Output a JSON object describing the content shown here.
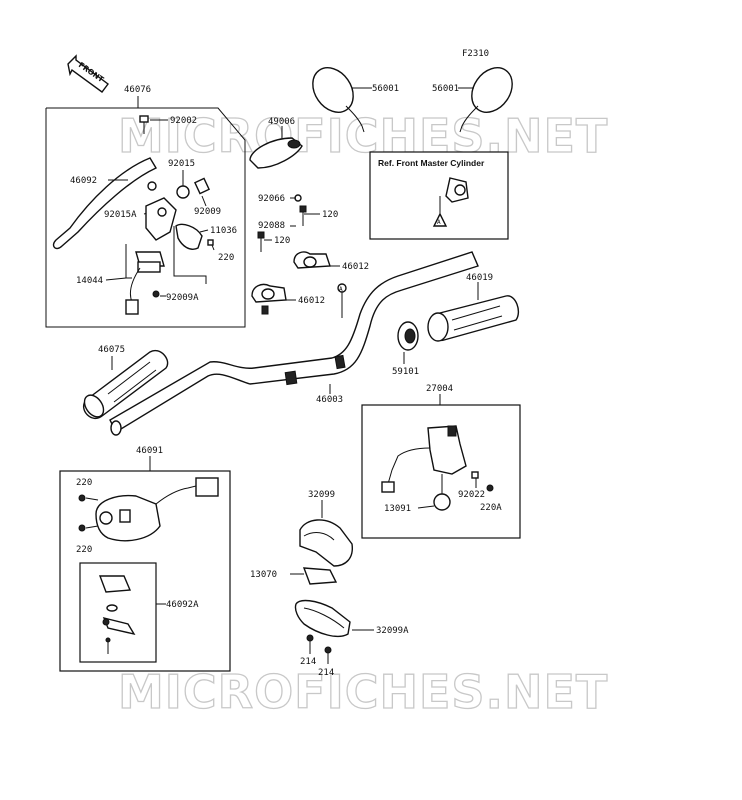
{
  "diagram": {
    "figure_id": "F2310",
    "front_arrow_label": "FRONT",
    "watermark": "MICROFICHES.NET",
    "ref_box_title": "Ref. Front Master Cylinder",
    "ref_box_marker": "A",
    "bar_marker": "A",
    "parts": {
      "p46076": "46076",
      "p92002": "92002",
      "p46092": "46092",
      "p92015": "92015",
      "p92009": "92009",
      "p92015A": "92015A",
      "p11036": "11036",
      "p220a": "220",
      "p14044": "14044",
      "p92009A": "92009A",
      "p49006": "49006",
      "p56001a": "56001",
      "p56001b": "56001",
      "p92066": "92066",
      "p120a": "120",
      "p92088": "92088",
      "p120b": "120",
      "p46012a": "46012",
      "p46012b": "46012",
      "p46019": "46019",
      "p46075": "46075",
      "p59101": "59101",
      "p46003": "46003",
      "p27004": "27004",
      "p92022": "92022",
      "p220A": "220A",
      "p13091": "13091",
      "p46091": "46091",
      "p220b": "220",
      "p220c": "220",
      "p46092A": "46092A",
      "p32099": "32099",
      "p13070": "13070",
      "p32099A": "32099A",
      "p214a": "214",
      "p214b": "214"
    }
  }
}
